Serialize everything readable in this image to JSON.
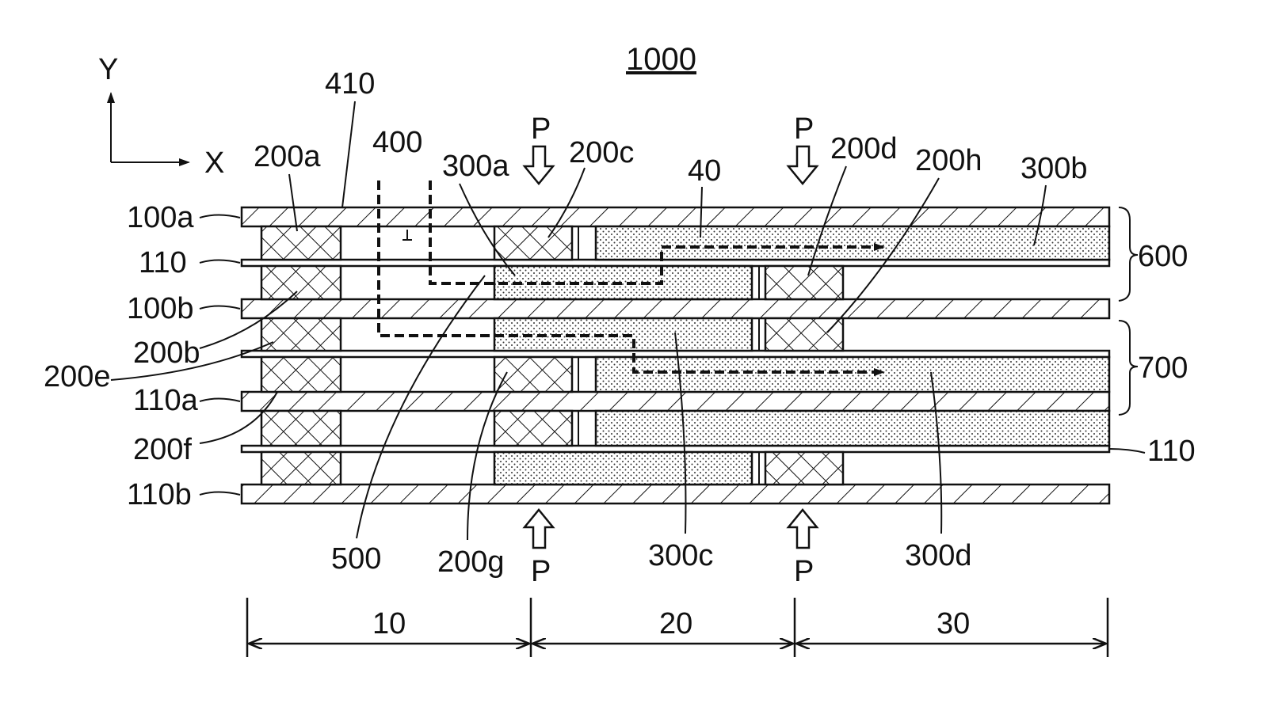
{
  "figure": {
    "reference": "1000",
    "axes": {
      "y": "Y",
      "x": "X"
    },
    "labels": {
      "l410": "410",
      "l400": "400",
      "l200a": "200a",
      "l300a": "300a",
      "l200c": "200c",
      "l40": "40",
      "l200d": "200d",
      "l200h": "200h",
      "l300b": "300b",
      "l100a": "100a",
      "l110_top": "110",
      "l100b": "100b",
      "l200b": "200b",
      "l200e": "200e",
      "l110a": "110a",
      "l200f": "200f",
      "l110b": "110b",
      "l110_right": "110",
      "l600": "600",
      "l700": "700",
      "l500": "500",
      "l200g": "200g",
      "l300c": "300c",
      "l300d": "300d"
    },
    "pressure": "P",
    "regions": [
      "10",
      "20",
      "30"
    ]
  }
}
